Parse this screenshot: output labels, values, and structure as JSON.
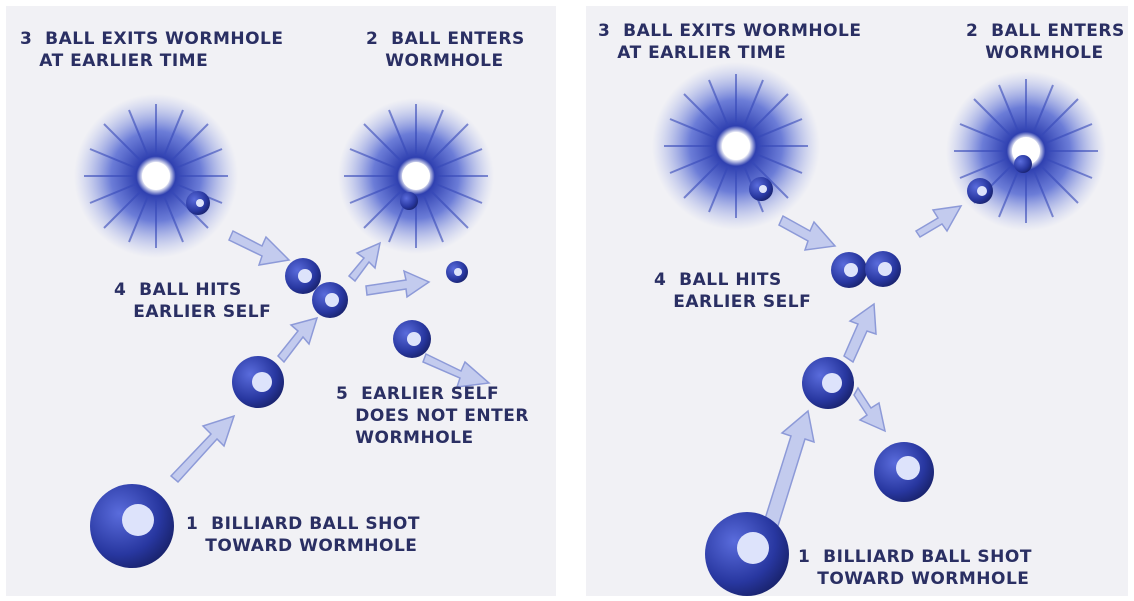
{
  "colors": {
    "ink": "#2a2f63",
    "ball": "#2f3fae",
    "wormhole": "#4a5fcf",
    "arrow": "#b9c3ea",
    "paper": "#f1f1f5"
  },
  "left": {
    "label3": "3  BALL EXITS WORMHOLE\n   AT EARLIER TIME",
    "label2": "2  BALL ENTERS\n   WORMHOLE",
    "label4": "4  BALL HITS\n   EARLIER SELF",
    "label5": "5  EARLIER SELF\n   DOES NOT ENTER\n   WORMHOLE",
    "label1": "1  BILLIARD BALL SHOT\n   TOWARD WORMHOLE"
  },
  "right": {
    "label3": "3  BALL EXITS WORMHOLE\n   AT EARLIER TIME",
    "label2": "2  BALL ENTERS\n   WORMHOLE",
    "label4": "4  BALL HITS\n   EARLIER SELF",
    "label1": "1  BILLIARD BALL SHOT\n   TOWARD WORMHOLE"
  }
}
